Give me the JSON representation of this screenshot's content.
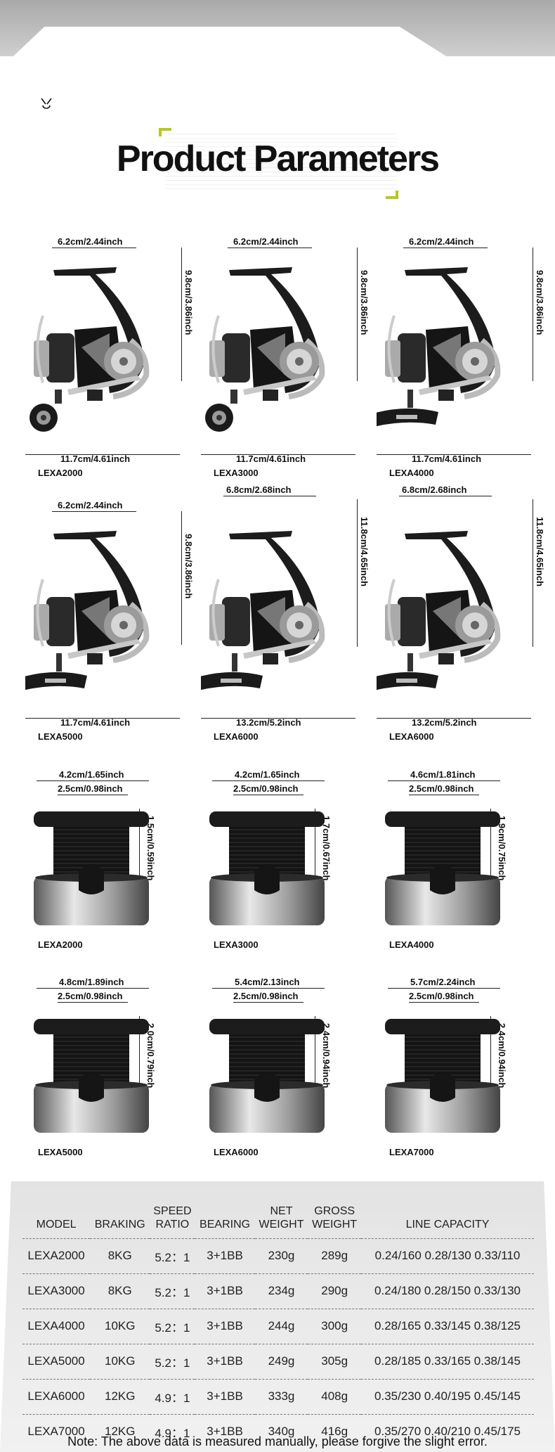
{
  "title": "Product Parameters",
  "reels": [
    {
      "model": "LEXA2000",
      "width": "6.2cm/2.44inch",
      "height": "9.8cm/3.86inch",
      "length": "11.7cm/4.61inch",
      "knob": "round"
    },
    {
      "model": "LEXA3000",
      "width": "6.2cm/2.44inch",
      "height": "9.8cm/3.86inch",
      "length": "11.7cm/4.61inch",
      "knob": "round"
    },
    {
      "model": "LEXA4000",
      "width": "6.2cm/2.44inch",
      "height": "9.8cm/3.86inch",
      "length": "11.7cm/4.61inch",
      "knob": "t"
    },
    {
      "model": "LEXA5000",
      "width": "6.2cm/2.44inch",
      "height": "9.8cm/3.86inch",
      "length": "11.7cm/4.61inch",
      "knob": "t"
    },
    {
      "model": "LEXA6000",
      "width": "6.8cm/2.68inch",
      "height": "11.8cm/4.65inch",
      "length": "13.2cm/5.2inch",
      "knob": "t"
    },
    {
      "model": "LEXA6000",
      "width": "6.8cm/2.68inch",
      "height": "11.8cm/4.65inch",
      "length": "13.2cm/5.2inch",
      "knob": "t"
    }
  ],
  "spools": [
    {
      "model": "LEXA2000",
      "outer": "4.2cm/1.65inch",
      "inner": "2.5cm/0.98inch",
      "depth": "1.5cm/0.59inch"
    },
    {
      "model": "LEXA3000",
      "outer": "4.2cm/1.65inch",
      "inner": "2.5cm/0.98inch",
      "depth": "1.7cm/0.67inch"
    },
    {
      "model": "LEXA4000",
      "outer": "4.6cm/1.81inch",
      "inner": "2.5cm/0.98inch",
      "depth": "1.9cm/0.75inch"
    },
    {
      "model": "LEXA5000",
      "outer": "4.8cm/1.89inch",
      "inner": "2.5cm/0.98inch",
      "depth": "2.0cm/0.79inch"
    },
    {
      "model": "LEXA6000",
      "outer": "5.4cm/2.13inch",
      "inner": "2.5cm/0.98inch",
      "depth": "2.4cm/0.94inch"
    },
    {
      "model": "LEXA7000",
      "outer": "5.7cm/2.24inch",
      "inner": "2.5cm/0.98inch",
      "depth": "2.4cm/0.94inch"
    }
  ],
  "table": {
    "headers": {
      "model": "MODEL",
      "braking": "BRAKING",
      "speed": [
        "SPEED",
        "RATIO"
      ],
      "bearing": "BEARING",
      "net": [
        "NET",
        "WEIGHT"
      ],
      "gross": [
        "GROSS",
        "WEIGHT"
      ],
      "line": "LINE CAPACITY"
    },
    "rows": [
      [
        "LEXA2000",
        "8KG",
        "5.2：1",
        "3+1BB",
        "230g",
        "289g",
        "0.24/160 0.28/130 0.33/110"
      ],
      [
        "LEXA3000",
        "8KG",
        "5.2：1",
        "3+1BB",
        "234g",
        "290g",
        "0.24/180 0.28/150 0.33/130"
      ],
      [
        "LEXA4000",
        "10KG",
        "5.2：1",
        "3+1BB",
        "244g",
        "300g",
        "0.28/165 0.33/145 0.38/125"
      ],
      [
        "LEXA5000",
        "10KG",
        "5.2：1",
        "3+1BB",
        "249g",
        "305g",
        "0.28/185 0.33/165 0.38/145"
      ],
      [
        "LEXA6000",
        "12KG",
        "4.9：1",
        "3+1BB",
        "333g",
        "408g",
        "0.35/230 0.40/195 0.45/145"
      ],
      [
        "LEXA7000",
        "12KG",
        "4.9：1",
        "3+1BB",
        "340g",
        "416g",
        "0.35/270 0.40/210 0.45/175"
      ]
    ]
  },
  "note": "Note: The above data is measured manually, please forgive the slight error.",
  "colors": {
    "accent": "#b6c918",
    "reel_dark": "#1a1a1a",
    "reel_silver": "#a8a8a8"
  }
}
